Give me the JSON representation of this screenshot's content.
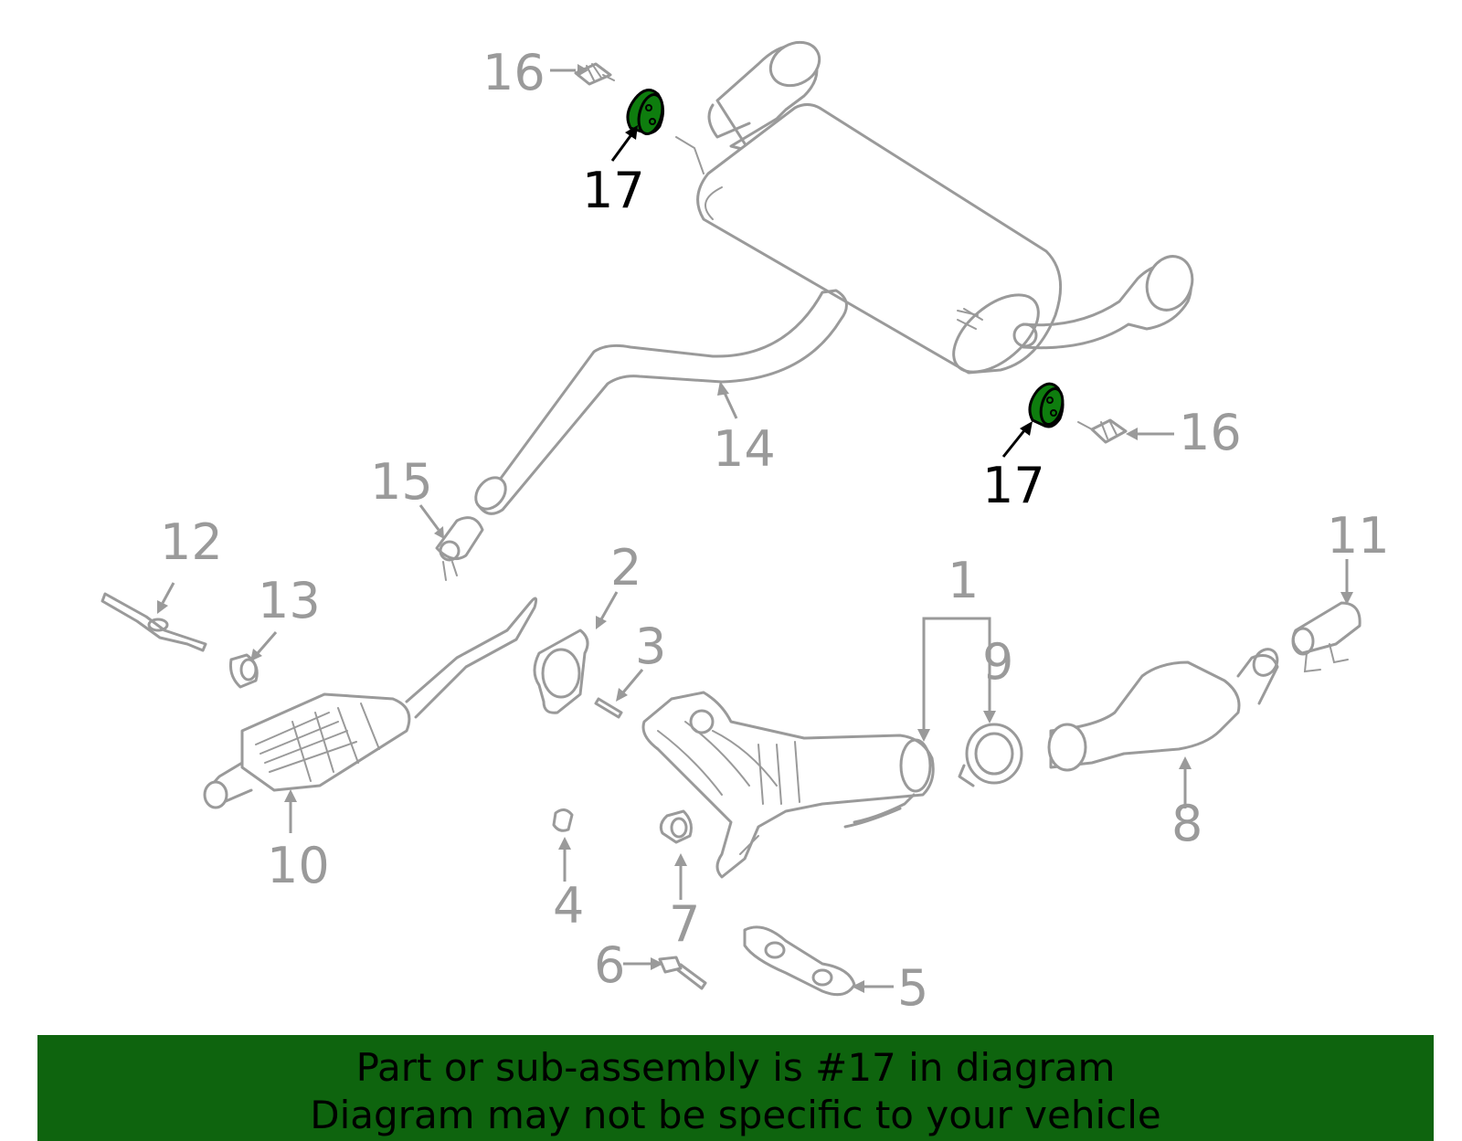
{
  "callouts": {
    "c1": "1",
    "c2": "2",
    "c3": "3",
    "c4": "4",
    "c5": "5",
    "c6": "6",
    "c7": "7",
    "c8": "8",
    "c9": "9",
    "c10": "10",
    "c11": "11",
    "c12": "12",
    "c13": "13",
    "c14": "14",
    "c15": "15",
    "c16a": "16",
    "c16b": "16",
    "c17a": "17",
    "c17b": "17"
  },
  "highlight": {
    "part_number": "17",
    "color": "#0e7d0e"
  },
  "banner": {
    "line1": "Part or sub-assembly is #17 in diagram",
    "line2": "Diagram may not be specific to your vehicle",
    "background": "#0e640e"
  }
}
